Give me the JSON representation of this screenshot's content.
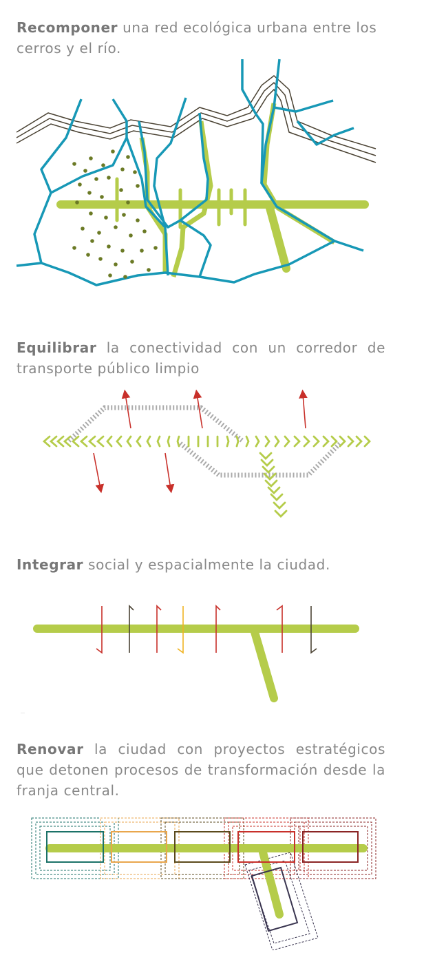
{
  "sections": [
    {
      "bold": "Recomponer",
      "text": " una red ecológica urbana entre los cerros y el río."
    },
    {
      "bold": "Equilibrar",
      "text": " la conectividad con un corredor de transporte público limpio"
    },
    {
      "bold": "Integrar",
      "text": " social y espacialmente la ciudad."
    },
    {
      "bold": "Renovar",
      "text": " la ciudad con proyectos estratégicos que detonen procesos de transformación desde la franja central."
    }
  ],
  "colors": {
    "text": "#888888",
    "green": "#b5cc4a",
    "blue": "#1798b6",
    "dark": "#4a4233",
    "red": "#c8302a",
    "gray": "#aaaaaa",
    "dot": "#6b7a25",
    "yellow": "#f0b323",
    "teal": "#1b7268",
    "orange": "#e9a64c",
    "olive": "#5b4a1c",
    "darkred": "#8b2424",
    "navy": "#3a3550"
  }
}
